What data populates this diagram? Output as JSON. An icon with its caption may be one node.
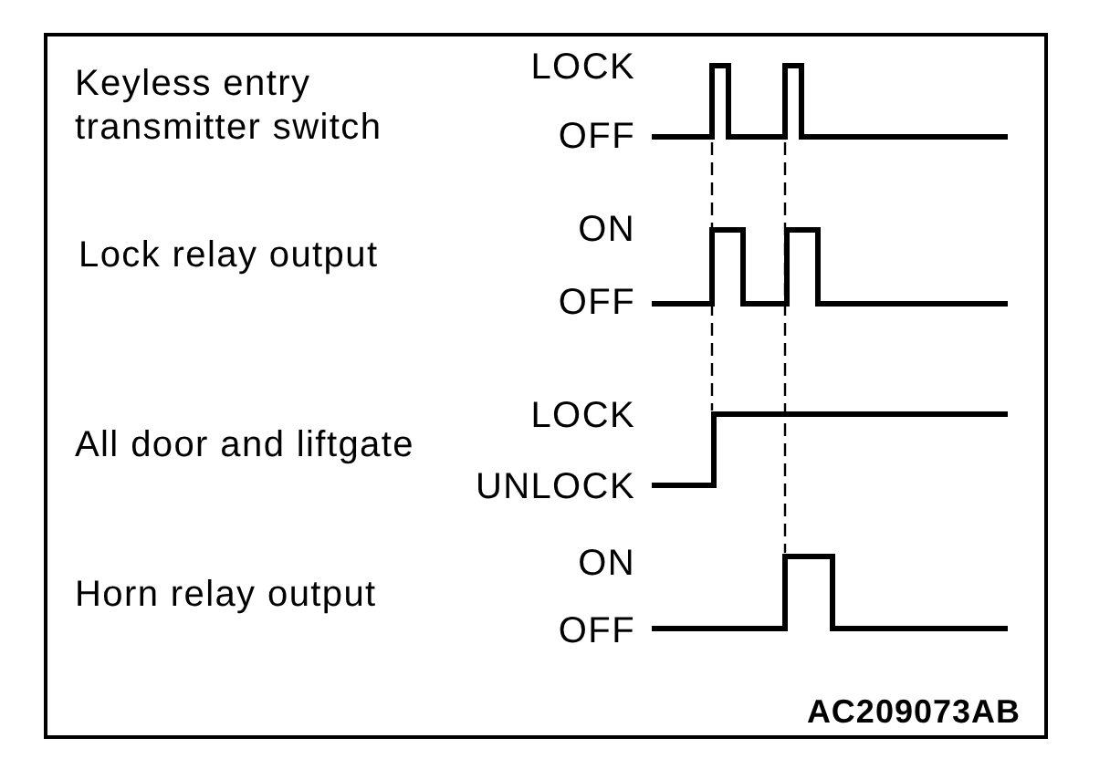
{
  "diagram": {
    "labels": [
      "Keyless entry transmitter switch",
      "LOCK",
      "OFF",
      "Lock relay output",
      "ON",
      "OFF",
      "All door and liftgate",
      "LOCK",
      "UNLOCK",
      "Horn relay output",
      "ON",
      "OFF",
      "AC209073AB"
    ]
  }
}
